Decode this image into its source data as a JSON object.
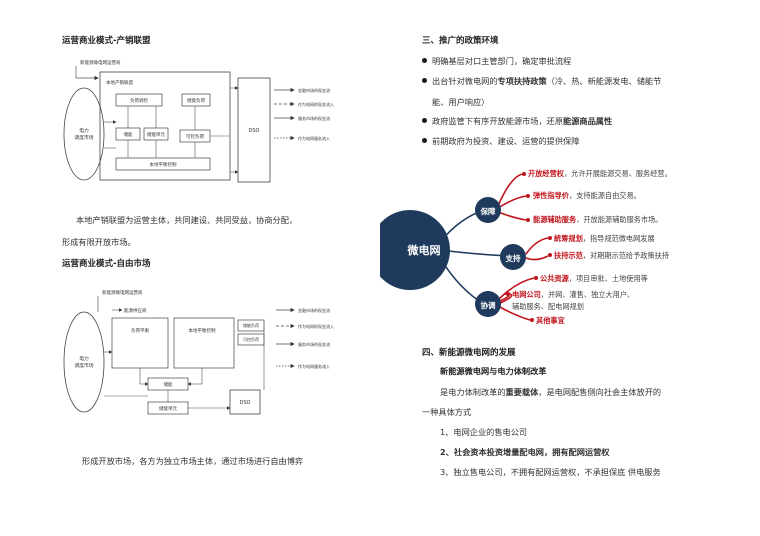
{
  "left": {
    "sec1_title": "运营商业模式-产销联盟",
    "diag1": {
      "src": "新能源微电网运营商",
      "member": "本地产销联盟",
      "grid": "电力\n调度市场",
      "boxes": [
        "负荷调控",
        "储能负荷",
        "储能",
        "储能单元",
        "可控负荷",
        "本地平衡控制"
      ],
      "dso": "DSO",
      "right_labels": [
        "金融市场的现金流",
        "作为电网的现金流入",
        "服务市场的现金流",
        "作为电网服务流入"
      ]
    },
    "para1_line1": "本地产销联盟为运营主体，共同建设、共同受益，协商分配，",
    "para1_line2": "形成有限开放市场。",
    "sec2_title": "运营商业模式-自由市场",
    "diag2": {
      "src": "新能源微电网运营商",
      "member": "能源供应商",
      "grid": "电力\n调度市场",
      "boxes": [
        "负荷平衡",
        "本地平衡控制",
        "储能负荷",
        "可控负荷",
        "储能",
        "储能单元"
      ],
      "dso": "DSO",
      "right_labels": [
        "金融市场的现金流",
        "作为电网的现金流入",
        "服务市场的现金流",
        "作为电网服务流入"
      ]
    },
    "para2": "形成开放市场，各方为独立市场主体，通过市场进行自由博弈"
  },
  "right": {
    "sec3_title": "三、推广的政策环境",
    "b1": "明确基层对口主管部门，确定审批流程",
    "b2_pre": "出台针对微电网的",
    "b2_bold": "专项扶持政策",
    "b2_post": "（冷、热、新能源发电、储能节",
    "b2_line2": "能、用户响应）",
    "b3_pre": "政府监管下有序开放能源市场，还原",
    "b3_bold": "能源商品属性",
    "b4": "前期政府为投资、建设、运营的提供保障",
    "mindmap": {
      "center": "微电网",
      "nodes": [
        "保障",
        "支持",
        "协调"
      ],
      "baozhang": [
        {
          "key": "开放经营权",
          "text": "，允许开展能源交易、服务经营。"
        },
        {
          "key": "弹性指导价",
          "text": "，支持能源自由交易。"
        },
        {
          "key": "能源辅助服务",
          "text": "，开放能源辅助服务市场。"
        }
      ],
      "zhichi": [
        {
          "key": "統筹规划",
          "text": "，指导规范微电网发展"
        },
        {
          "key": "扶持示范",
          "text": "，对期期示范给予政策扶持"
        }
      ],
      "xietiao": [
        {
          "key": "公共资源",
          "text": "，项目审批、土地使用等"
        },
        {
          "key": "电网公司",
          "text": "，并网、灌售、独立大用户、"
        },
        {
          "key": "",
          "text": "辅助服务、配电网规划"
        },
        {
          "key": "其他事宜",
          "text": ""
        }
      ]
    },
    "sec4_title": "四、新能源微电网的发展",
    "sub4": "新能源微电网与电力体制改革",
    "p4_pre": "是电力体制改革的",
    "p4_bold": "重要载体",
    "p4_post": "，是电网配售侧向社会主体放开的",
    "p4_line2": "一种具体方式",
    "item1": "1、电网企业的售电公司",
    "item2": "2、社会资本投资增量配电网，拥有配网运营权",
    "item3": "3、独立售电公司，不拥有配网运营权，不承担保底 供电服务"
  }
}
